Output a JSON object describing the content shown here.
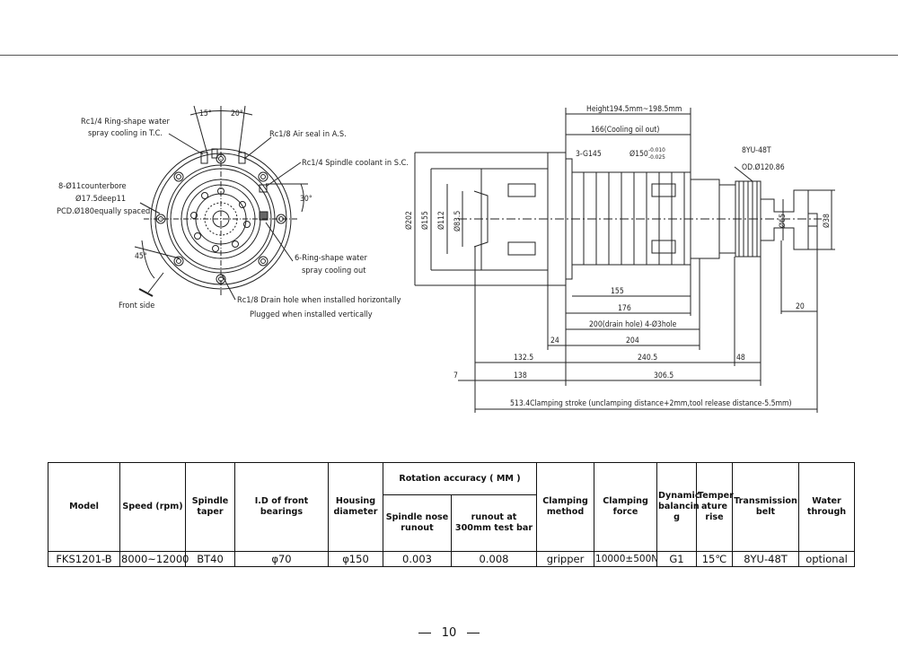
{
  "front_view": {
    "angle_15": "15°",
    "angle_20": "20°",
    "angle_30": "30°",
    "angle_45": "45°",
    "labels": {
      "ring_water_1": "Rc1/4 Ring-shape water",
      "ring_water_2": "spray cooling in T.C.",
      "air_seal": "Rc1/8 Air seal in A.S.",
      "spindle_coolant": "Rc1/4 Spindle coolant in S.C.",
      "counterbore_1": "8-Ø11counterbore",
      "counterbore_2": "Ø17.5deep11",
      "counterbore_3": "PCD.Ø180equally spaced",
      "six_ring_1": "6-Ring-shape water",
      "six_ring_2": "spray cooling out",
      "front_side": "Front side",
      "drain_1": "Rc1/8 Drain hole when installed horizontally",
      "drain_2": "Plugged when installed vertically"
    }
  },
  "side_view": {
    "height": "Height194.5mm~198.5mm",
    "cooling_oil": "166(Cooling oil out)",
    "g145": "3-G145",
    "phi150": "Ø150",
    "tol_upper": "-0.010",
    "tol_lower": "-0.025",
    "belt": "8YU-48T",
    "belt_od": "OD.Ø120.86",
    "d202": "Ø202",
    "d155": "Ø155",
    "d112": "Ø112",
    "d83": "Ø83.5",
    "d65": "Ø65",
    "d38": "Ø38",
    "dim_155": "155",
    "dim_176": "176",
    "dim_200": "200(drain hole) 4-Ø3hole",
    "dim_24": "24",
    "dim_204": "204",
    "dim_20": "20",
    "dim_132": "132.5",
    "dim_240": "240.5",
    "dim_48": "48",
    "dim_7": "7",
    "dim_138": "138",
    "dim_306": "306.5",
    "dim_513": "513.4Clamping stroke (unclamping distance+2mm,tool release distance-5.5mm)"
  },
  "spec_table": {
    "headers": {
      "model": "Model",
      "speed": "Speed (rpm)",
      "taper": "Spindle taper",
      "bearing": "I.D of front bearings",
      "housing": "Housing diameter",
      "accuracy": "Rotation accuracy ( MM )",
      "nose": "Spindle nose runout",
      "runout300": "runout at 300mm test bar",
      "clamp_method": "Clamping method",
      "clamp_force": "Clamping force",
      "balancing": "Dynamic balancin g",
      "temp": "Temper ature rise",
      "belt": "Transmission belt",
      "water": "Water through"
    },
    "row": {
      "model": "FKS1201-B",
      "speed": "8000~12000",
      "taper": "BT40",
      "bearing": "φ70",
      "housing": "φ150",
      "nose": "0.003",
      "runout300": "0.008",
      "clamp_method": "gripper",
      "clamp_force": "10000±500N",
      "balancing": "G1",
      "temp": "15℃",
      "belt": "8YU-48T",
      "water": "optional"
    }
  },
  "page_number": "10"
}
